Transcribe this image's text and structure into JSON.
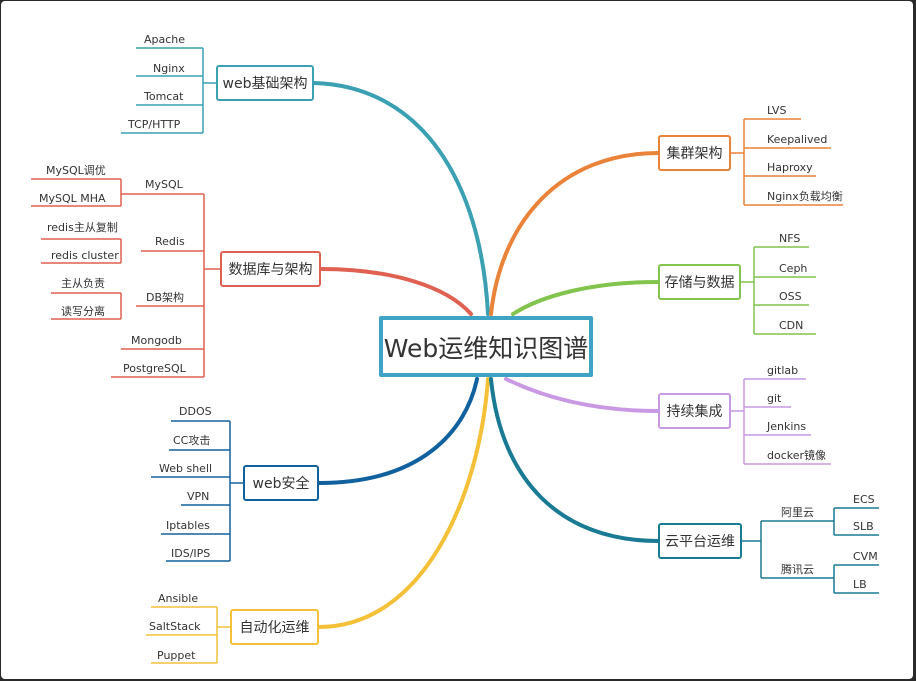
{
  "central": "Web运维知识图谱",
  "colors": {
    "web_basic": "#3aa0b2",
    "database": "#e06151",
    "security": "#12619f",
    "automation": "#f4c038",
    "cluster": "#e98339",
    "storage": "#82c44d",
    "ci": "#c999e4",
    "cloud": "#1a7a94",
    "central_border": "#3ea3c4"
  },
  "branches": {
    "web_basic": {
      "label": "web基础架构",
      "children": [
        "Apache",
        "Nginx",
        "Tomcat",
        "TCP/HTTP"
      ]
    },
    "database": {
      "label": "数据库与架构",
      "mysql": {
        "label": "MySQL",
        "children": [
          "MySQL调优",
          "MySQL MHA"
        ]
      },
      "redis": {
        "label": "Redis",
        "children": [
          "redis主从复制",
          "redis cluster"
        ]
      },
      "db_arch": {
        "label": "DB架构",
        "children": [
          "主从负责",
          "读写分离"
        ]
      },
      "mongodb": "Mongodb",
      "postgresql": "PostgreSQL"
    },
    "security": {
      "label": "web安全",
      "children": [
        "DDOS",
        "CC攻击",
        "Web shell",
        "VPN",
        "Iptables",
        "IDS/IPS"
      ]
    },
    "automation": {
      "label": "自动化运维",
      "children": [
        "Ansible",
        "SaltStack",
        "Puppet"
      ]
    },
    "cluster": {
      "label": "集群架构",
      "children": [
        "LVS",
        "Keepalived",
        "Haproxy",
        "Nginx负载均衡"
      ]
    },
    "storage": {
      "label": "存储与数据",
      "children": [
        "NFS",
        "Ceph",
        "OSS",
        "CDN"
      ]
    },
    "ci": {
      "label": "持续集成",
      "children": [
        "gitlab",
        "git",
        "Jenkins",
        "docker镜像"
      ]
    },
    "cloud": {
      "label": "云平台运维",
      "aliyun": {
        "label": "阿里云",
        "children": [
          "ECS",
          "SLB"
        ]
      },
      "tencent": {
        "label": "腾讯云",
        "children": [
          "CVM",
          "LB"
        ]
      }
    }
  }
}
